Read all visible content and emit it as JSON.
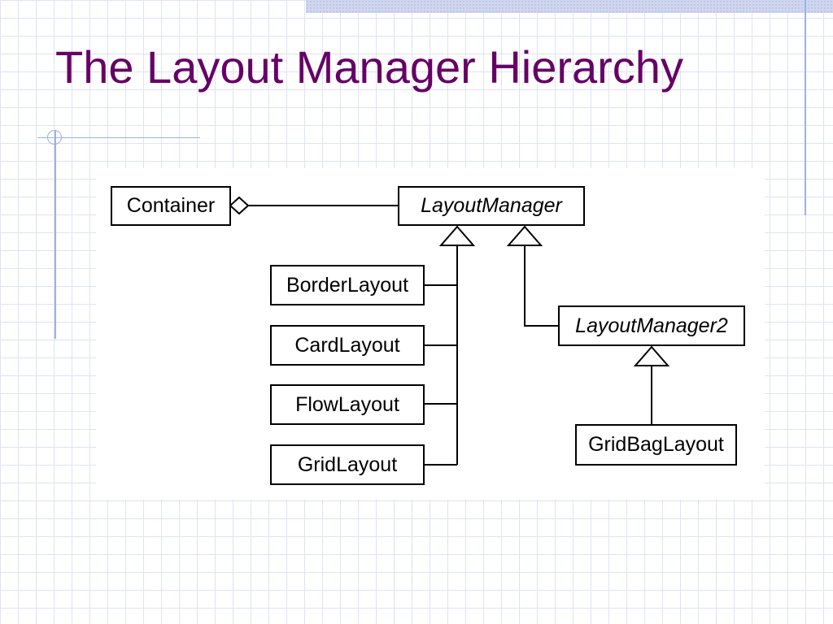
{
  "title": "The Layout Manager Hierarchy",
  "diagram": {
    "classes": {
      "container": "Container",
      "layout_manager": "LayoutManager",
      "layout_manager2": "LayoutManager2",
      "border_layout": "BorderLayout",
      "card_layout": "CardLayout",
      "flow_layout": "FlowLayout",
      "grid_layout": "GridLayout",
      "grid_bag_layout": "GridBagLayout"
    },
    "abstract_classes": [
      "LayoutManager",
      "LayoutManager2"
    ],
    "relationships": [
      {
        "from": "Container",
        "to": "LayoutManager",
        "type": "aggregation"
      },
      {
        "from": "BorderLayout",
        "to": "LayoutManager",
        "type": "implements"
      },
      {
        "from": "CardLayout",
        "to": "LayoutManager",
        "type": "implements"
      },
      {
        "from": "FlowLayout",
        "to": "LayoutManager",
        "type": "implements"
      },
      {
        "from": "GridLayout",
        "to": "LayoutManager",
        "type": "implements"
      },
      {
        "from": "LayoutManager2",
        "to": "LayoutManager",
        "type": "extends"
      },
      {
        "from": "GridBagLayout",
        "to": "LayoutManager2",
        "type": "implements"
      }
    ]
  }
}
